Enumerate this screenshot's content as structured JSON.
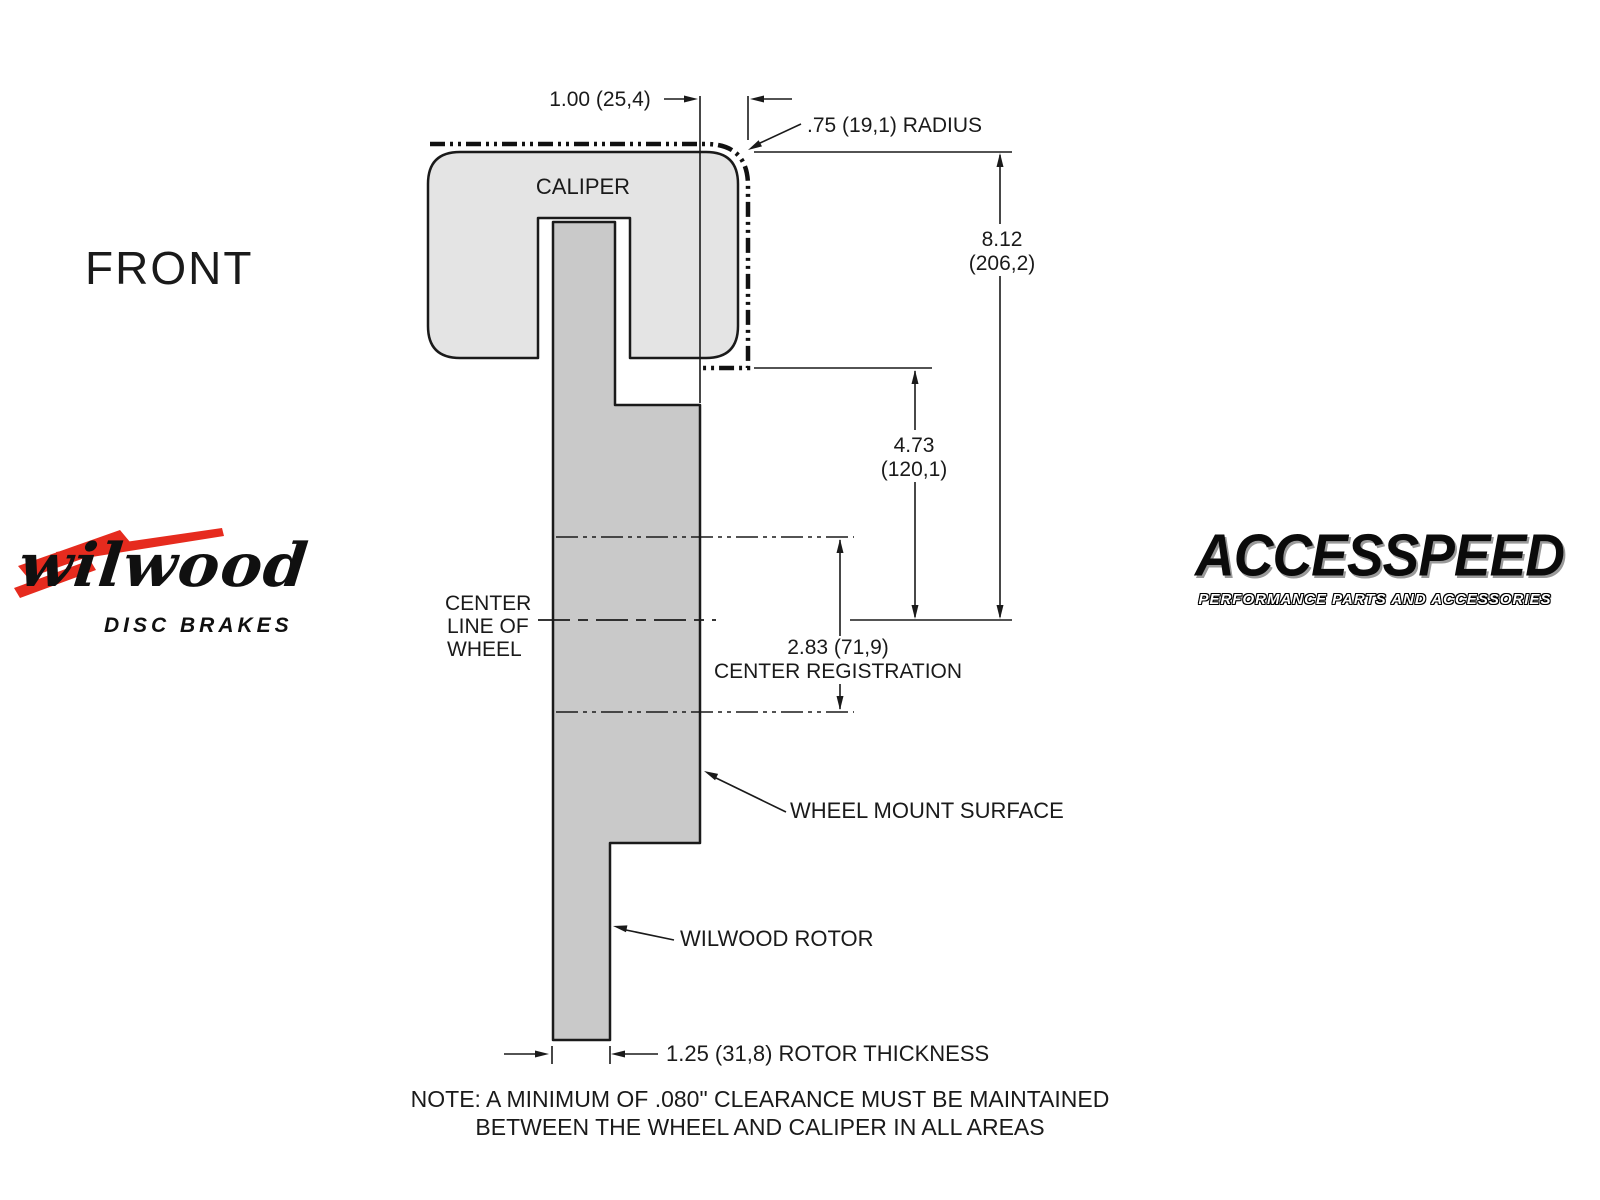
{
  "front_label": "FRONT",
  "diagram": {
    "caliper_label": "CALIPER",
    "dims": {
      "offset": "1.00 (25,4)",
      "radius": ".75 (19,1) RADIUS",
      "overall_in": "8.12",
      "overall_mm": "(206,2)",
      "mount_in": "4.73",
      "mount_mm": "(120,1)",
      "center_reg_value": "2.83 (71,9)",
      "center_reg_label": "CENTER REGISTRATION",
      "rotor_thickness": "1.25 (31,8) ROTOR THICKNESS"
    },
    "labels": {
      "centerline_1": "CENTER",
      "centerline_2": "LINE OF",
      "centerline_3": "WHEEL",
      "wheel_mount": "WHEEL MOUNT SURFACE",
      "rotor": "WILWOOD ROTOR"
    }
  },
  "note": {
    "line1": "NOTE: A MINIMUM OF .080\" CLEARANCE MUST BE MAINTAINED",
    "line2": "BETWEEN THE WHEEL AND CALIPER IN ALL AREAS"
  },
  "logos": {
    "wilwood": {
      "script": "wilwood",
      "tagline": "DISC BRAKES"
    },
    "accesspeed": {
      "name": "ACCESSPEED",
      "tagline": "PERFORMANCE PARTS AND ACCESSORIES"
    }
  },
  "colors": {
    "caliper_fill": "#e4e4e4",
    "rotor_fill": "#c9c9c9",
    "line": "#1a1a1a",
    "wilwood_red": "#e62b1e"
  }
}
